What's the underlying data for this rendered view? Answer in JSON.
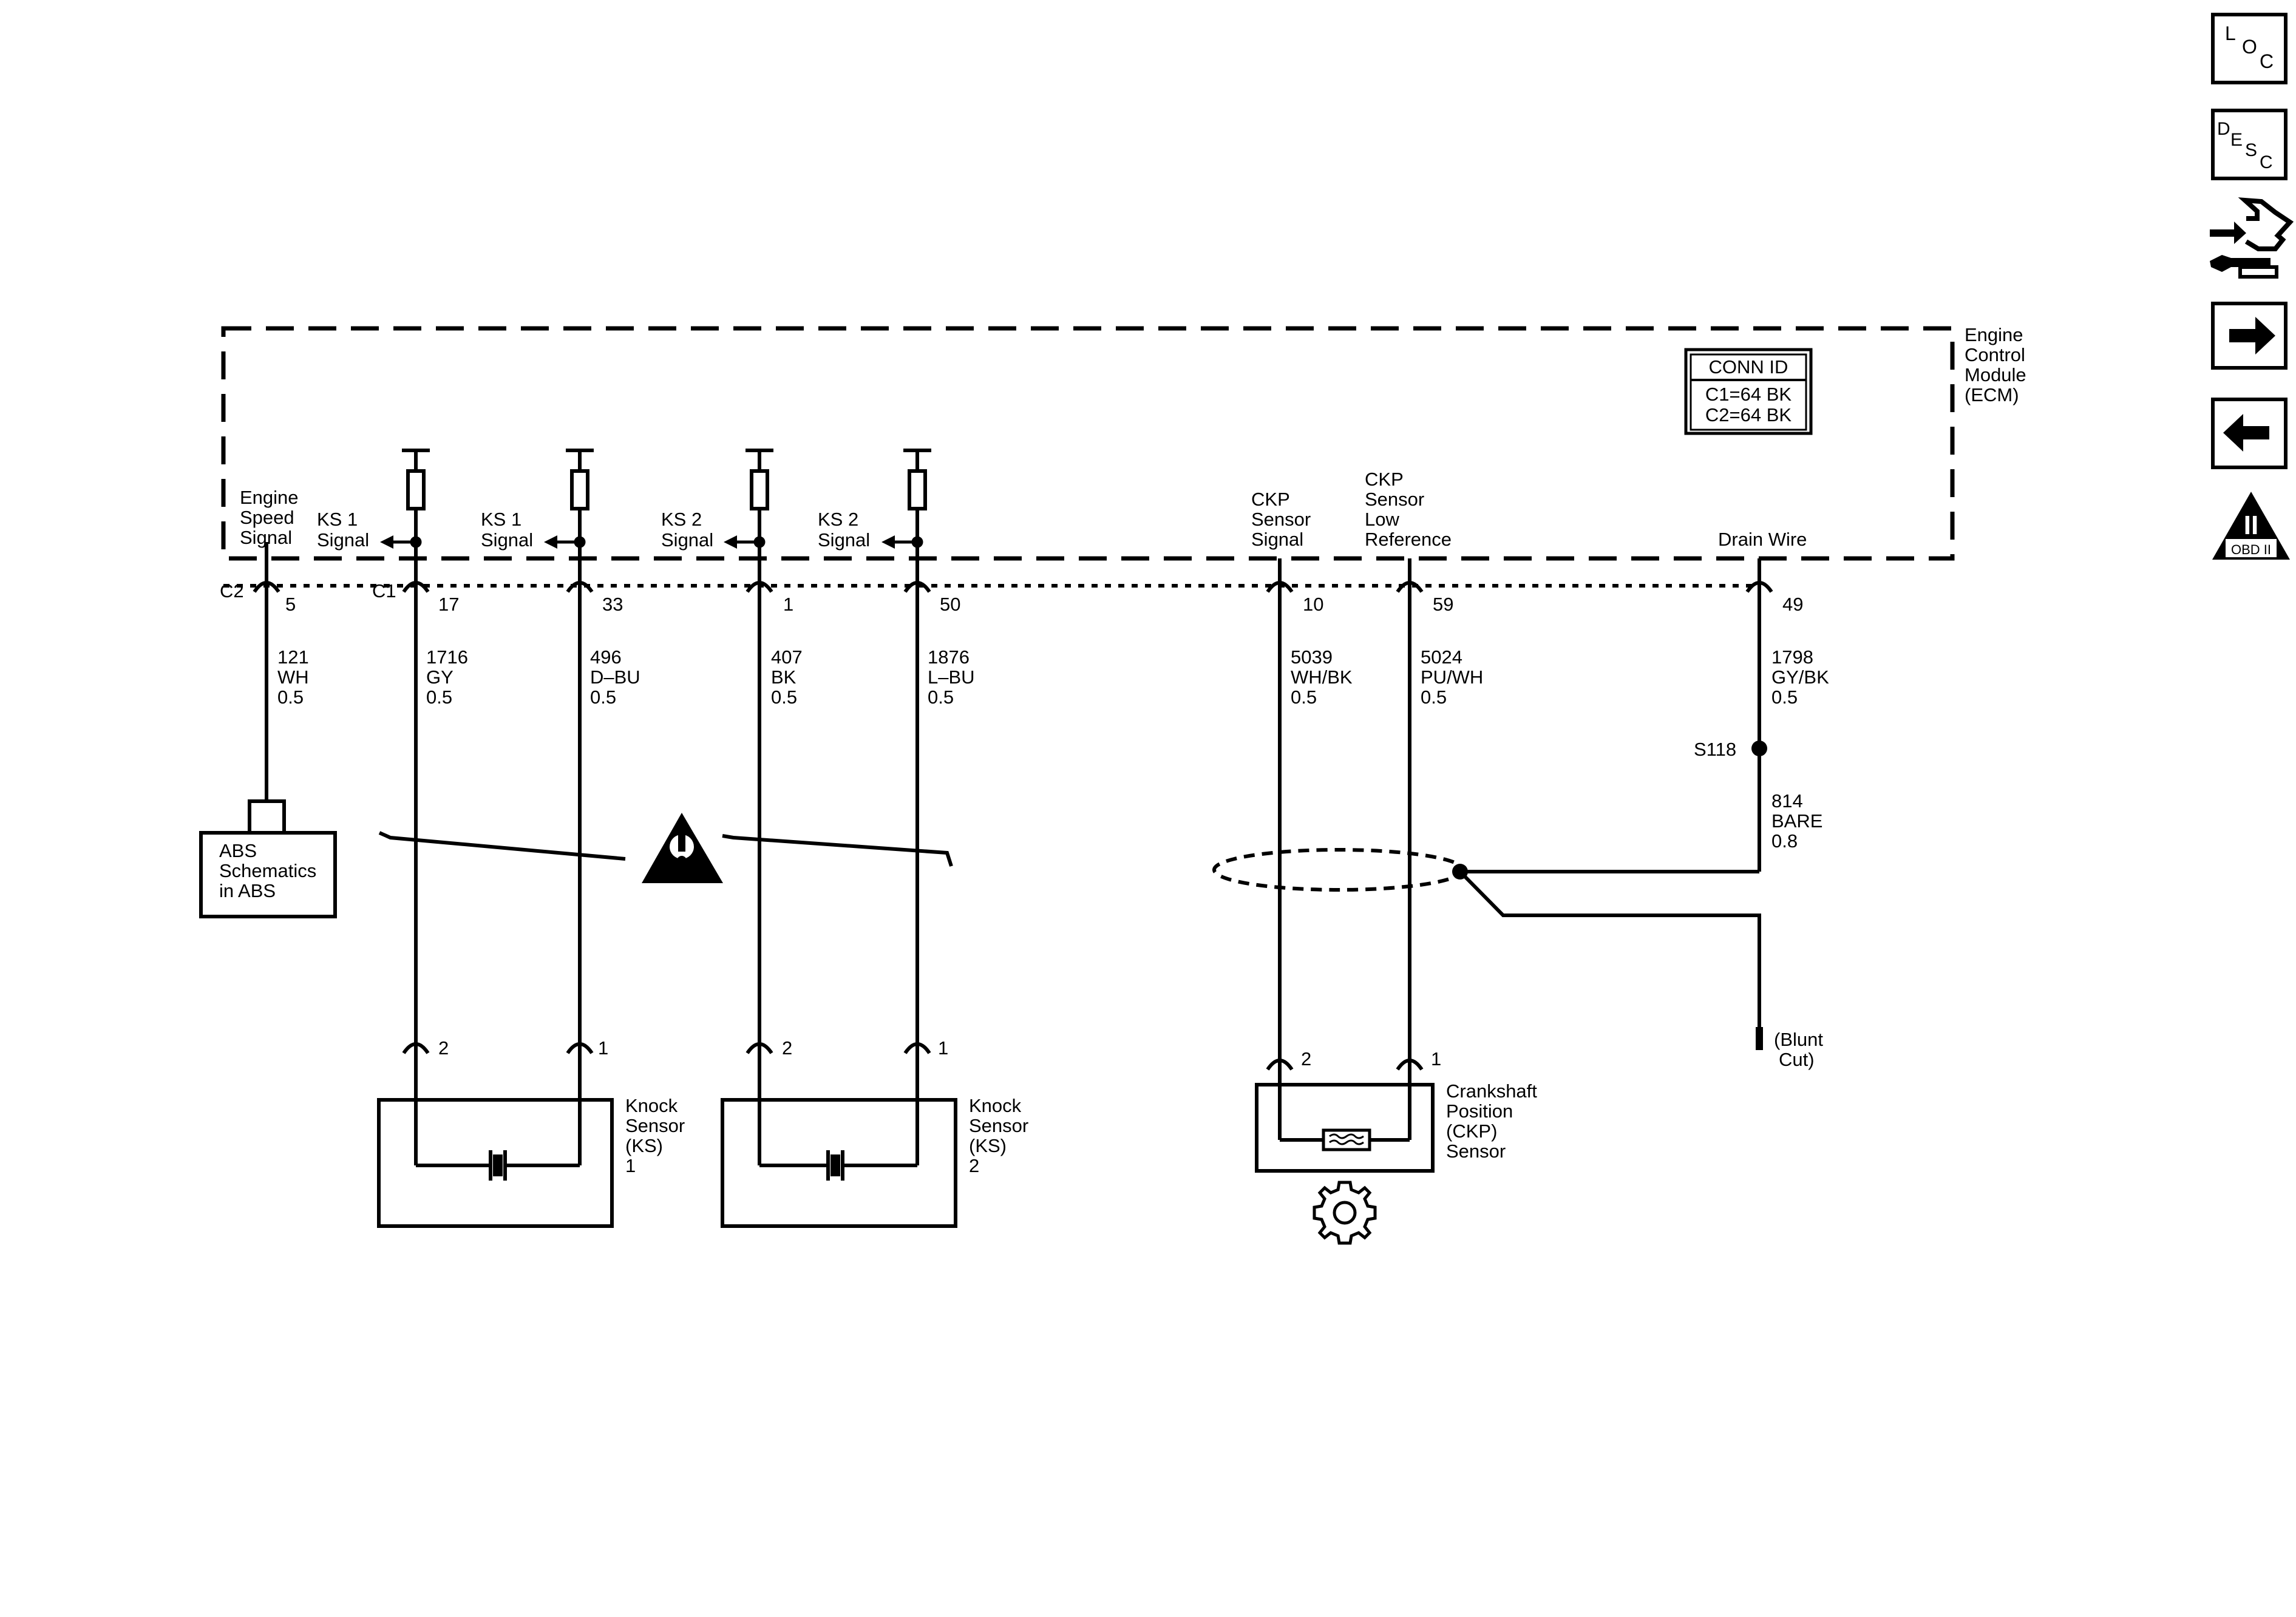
{
  "ecm": {
    "name": [
      "Engine",
      "Control",
      "Module",
      "(ECM)"
    ],
    "conn_id": {
      "title": "CONN ID",
      "lines": [
        "C1=64 BK",
        "C2=64 BK"
      ]
    }
  },
  "signals": {
    "engine_speed": [
      "Engine",
      "Speed",
      "Signal"
    ],
    "ks1_a": [
      "KS 1",
      "Signal"
    ],
    "ks1_b": [
      "KS 1",
      "Signal"
    ],
    "ks2_a": [
      "KS 2",
      "Signal"
    ],
    "ks2_b": [
      "KS 2",
      "Signal"
    ],
    "ckp_signal": [
      "CKP",
      "Sensor",
      "Signal"
    ],
    "ckp_low_ref": [
      "CKP",
      "Sensor",
      "Low",
      "Reference"
    ],
    "drain_wire": "Drain Wire"
  },
  "connectors": {
    "c2": "C2",
    "c1": "C1"
  },
  "pins": {
    "p5": "5",
    "p17": "17",
    "p33": "33",
    "p1": "1",
    "p50": "50",
    "p10": "10",
    "p59": "59",
    "p49": "49"
  },
  "wires": {
    "w121": [
      "121",
      "WH",
      "0.5"
    ],
    "w1716": [
      "1716",
      "GY",
      "0.5"
    ],
    "w496": [
      "496",
      "D–BU",
      "0.5"
    ],
    "w407": [
      "407",
      "BK",
      "0.5"
    ],
    "w1876": [
      "1876",
      "L–BU",
      "0.5"
    ],
    "w5039": [
      "5039",
      "WH/BK",
      "0.5"
    ],
    "w5024": [
      "5024",
      "PU/WH",
      "0.5"
    ],
    "w1798": [
      "1798",
      "GY/BK",
      "0.5"
    ],
    "w814": [
      "814",
      "BARE",
      "0.8"
    ]
  },
  "splice": "S118",
  "abs_box": [
    "ABS",
    "Schematics",
    "in ABS"
  ],
  "sensor_pins": {
    "ks1_p2": "2",
    "ks1_p1": "1",
    "ks2_p2": "2",
    "ks2_p1": "1",
    "ckp_p2": "2",
    "ckp_p1": "1"
  },
  "ks1_label": [
    "Knock",
    "Sensor",
    "(KS)",
    "1"
  ],
  "ks2_label": [
    "Knock",
    "Sensor",
    "(KS)",
    "2"
  ],
  "ckp_label": [
    "Crankshaft",
    "Position",
    "(CKP)",
    "Sensor"
  ],
  "blunt_cut": [
    "(Blunt",
    "Cut)"
  ],
  "side_nav": {
    "loc": [
      "L",
      "O",
      "C"
    ],
    "desc": [
      "D",
      "E",
      "S",
      "C"
    ],
    "obd": {
      "roman": "II",
      "label": "OBD II"
    },
    "icons": [
      "connector-wrench-icon",
      "arrow-right-icon",
      "arrow-left-icon",
      "obd-ii-icon"
    ]
  }
}
